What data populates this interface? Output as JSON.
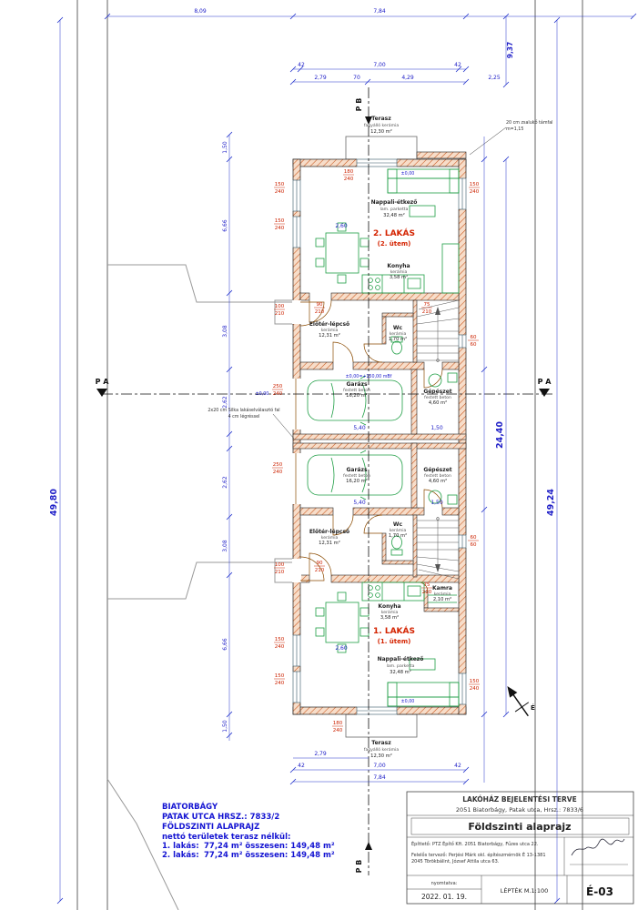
{
  "sections": {
    "pa": "P A",
    "pb": "P B"
  },
  "annotations": {
    "retaining1": "20 cm zsalukő támfal",
    "retaining2": "m=1,15",
    "party1": "2x20 cm Silka lakáselválasztó fal",
    "party2": "4 cm légréssel",
    "level_zero": "±0,00",
    "level_ref": "±0,00=+150,00 mBf"
  },
  "apartments": {
    "apt2_name": "2. LAKÁS",
    "apt2_phase": "(2. ütem)",
    "apt1_name": "1. LAKÁS",
    "apt1_phase": "(1. ütem)"
  },
  "rooms": [
    {
      "name": "Terasz",
      "finish": "fagyálló kerámia",
      "area": "12,30 m²"
    },
    {
      "name": "Nappali-étkező",
      "finish": "lam. parketta",
      "area": "32,48 m²"
    },
    {
      "name": "Konyha",
      "finish": "kerámia",
      "area": "3,58 m²"
    },
    {
      "name": "Előtér-lépcső",
      "finish": "kerámia",
      "area": "12,31 m²"
    },
    {
      "name": "Wc",
      "finish": "kerámia",
      "area": "1,70 m²"
    },
    {
      "name": "Garázs",
      "finish": "festett beton",
      "area": "16,20 m²"
    },
    {
      "name": "Gépészet",
      "finish": "festett beton",
      "area": "4,60 m²"
    },
    {
      "name": "Garázs",
      "finish": "festett beton",
      "area": "16,20 m²"
    },
    {
      "name": "Gépészet",
      "finish": "festett beton",
      "area": "4,60 m²"
    },
    {
      "name": "Előtér-lépcső",
      "finish": "kerámia",
      "area": "12,31 m²"
    },
    {
      "name": "Wc",
      "finish": "kerámia",
      "area": "1,70 m²"
    },
    {
      "name": "Konyha",
      "finish": "kerámia",
      "area": "3,58 m²"
    },
    {
      "name": "Kamra",
      "finish": "kerámia",
      "area": "2,10 m²"
    },
    {
      "name": "Nappali-étkező",
      "finish": "lam. parketta",
      "area": "32,48 m²"
    },
    {
      "name": "Terasz",
      "finish": "fagyálló kerámia",
      "area": "12,30 m²"
    }
  ],
  "openings": [
    {
      "w": "150",
      "h": "240"
    },
    {
      "w": "150",
      "h": "240"
    },
    {
      "w": "100",
      "h": "210"
    },
    {
      "w": "250",
      "h": "240"
    },
    {
      "w": "250",
      "h": "240"
    },
    {
      "w": "100",
      "h": "210"
    },
    {
      "w": "150",
      "h": "240"
    },
    {
      "w": "150",
      "h": "240"
    },
    {
      "w": "180",
      "h": "240"
    },
    {
      "w": "180",
      "h": "240"
    },
    {
      "w": "150",
      "h": "240"
    },
    {
      "w": "150",
      "h": "240"
    },
    {
      "w": "90",
      "h": "210"
    },
    {
      "w": "90",
      "h": "210"
    },
    {
      "w": "75",
      "h": "210"
    },
    {
      "w": "75",
      "h": "210"
    },
    {
      "w": "60",
      "h": "60"
    },
    {
      "w": "60",
      "h": "60"
    }
  ],
  "dims": {
    "top1a": "8,09",
    "top1b": "7,84",
    "top2": [
      "42",
      "7,00",
      "42"
    ],
    "top3": [
      "2,79",
      "70",
      "4,29",
      "2,25"
    ],
    "right_top": "9,37",
    "left_site": "49,80",
    "right_site": "49,24",
    "right_building": "24,40",
    "left_chain": [
      "1,50",
      "6,66",
      "3,08",
      "2,62",
      "2,62",
      "3,08",
      "6,66",
      "1,50"
    ],
    "bottom1": "2,79",
    "bottom2": [
      "42",
      "7,00",
      "42"
    ],
    "bottom3": "7,84",
    "garage_len": "5,40",
    "gep_len": "1,50",
    "garage_len2": "5,40",
    "gep_len2": "1,50",
    "dining": "2,60",
    "dining2": "2,60"
  },
  "info_block": {
    "city": "BIATORBÁGY",
    "street": "PATAK UTCA HRSZ.: 7833/2",
    "title": "FÖLDSZINTI ALAPRAJZ",
    "subtitle": "nettó területek terasz nélkül:",
    "flat1_label": "1. lakás:",
    "flat1_value": "77,24 m² összesen: 149,48 m²",
    "flat2_label": "2. lakás:",
    "flat2_value": "77,24 m² összesen: 149,48 m²"
  },
  "titleblock": {
    "header": "LAKÓHÁZ BEJELENTÉSI TERVE",
    "address": "2051 Biatorbágy, Patak utca, Hrsz.: 7833/6",
    "drawing_title": "Földszinti alaprajz",
    "client": "Építtető: PTZ Építő Kft. 2051 Biatorbágy, Fűzes utca 22.",
    "designer1": "Felelős tervező: Perjési Márk okl. építészmérnök É 13-1381",
    "designer2": "2045 Törökbálint, József Attila utca 63.",
    "printed_label": "nyomtatva:",
    "printed_date": "2022. 01. 19.",
    "scale": "LÉPTÉK M.1:100",
    "sheet_no": "É-03",
    "north": "É"
  }
}
